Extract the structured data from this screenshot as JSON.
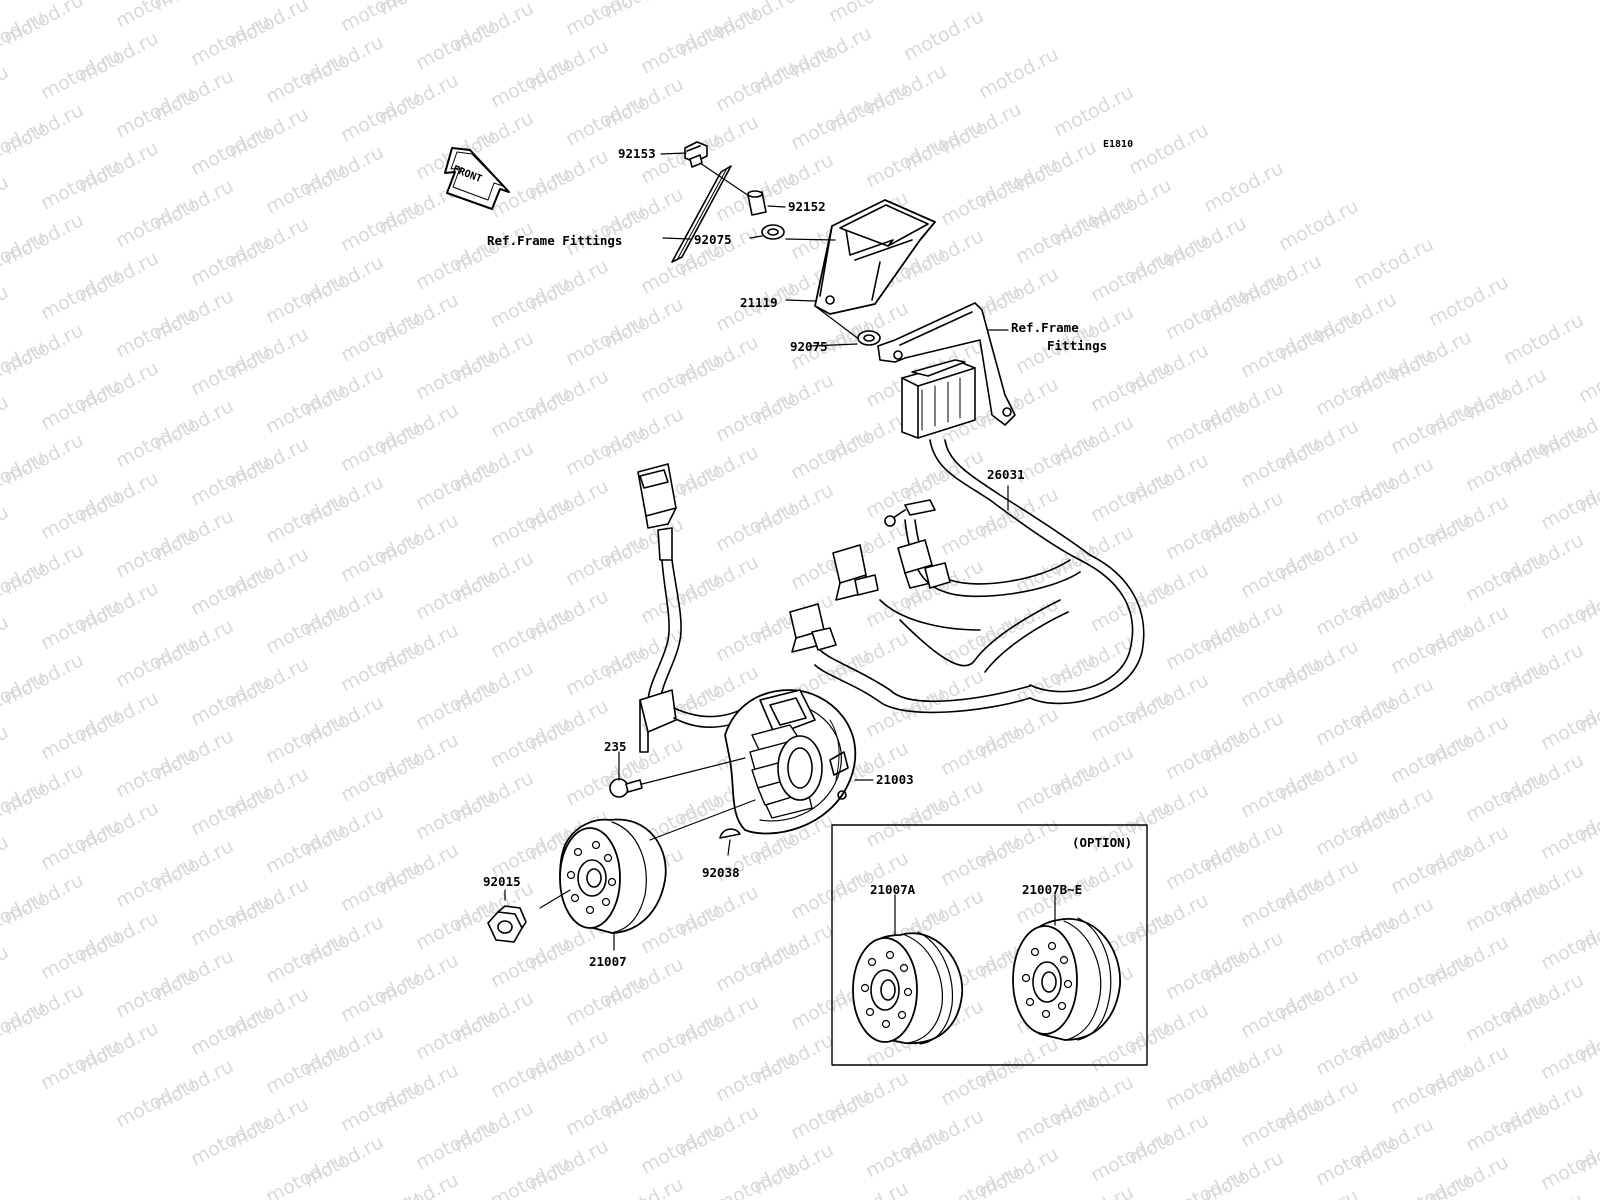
{
  "diagram": {
    "code": "E1810",
    "front_arrow": "FRONT",
    "option_box": {
      "title": "(OPTION)"
    },
    "labels": {
      "p92153": "92153",
      "p92152": "92152",
      "p92075a": "92075",
      "ref_frame_1": "Ref.Frame Fittings",
      "p21119": "21119",
      "p92075b": "92075",
      "ref_frame_2a": "Ref.Frame",
      "ref_frame_2b": "Fittings",
      "p26031": "26031",
      "p235": "235",
      "p21003": "21003",
      "p92038": "92038",
      "p92015": "92015",
      "p21007": "21007",
      "p21007A": "21007A",
      "p21007B": "21007B~E"
    },
    "watermark": "motod.ru"
  }
}
